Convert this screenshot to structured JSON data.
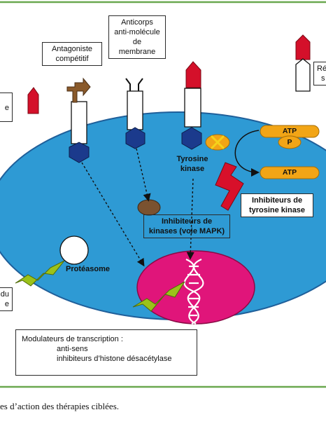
{
  "labels": {
    "antagoniste": [
      "Antagoniste",
      "compétitif"
    ],
    "anticorps": [
      "Anticorps",
      "anti-molécule",
      "de",
      "membrane"
    ],
    "left_partial_1": "e",
    "left_partial_2": [
      "du",
      "e"
    ],
    "right_partial": [
      "Ré",
      "s"
    ],
    "tyrosine_kinase": [
      "Tyrosine",
      "kinase"
    ],
    "inhibiteurs_tk": [
      "Inhibiteurs de",
      "tyrosine kinase"
    ],
    "inhibiteurs_mapk": [
      "Inhibiteurs de",
      "kinases (voie MAPK)"
    ],
    "proteasome": "Protéasome",
    "atp_top": "ATP",
    "p": "P",
    "atp_bottom": "ATP",
    "modulateurs_title": "Modulateurs de transcription :",
    "modulateurs_items": [
      "anti-sens",
      "inhibiteurs d’histone désacétylase"
    ]
  },
  "caption": "es d’action des thérapies ciblées.",
  "colors": {
    "frame": "#6aa84f",
    "cell": "#2e9ad4",
    "cell_edge": "#1f5f9a",
    "nucleus": "#e0157a",
    "receptor_head": "#1b3a8c",
    "ligand_red": "#d4102a",
    "antagonist_brown": "#8a5a2b",
    "kinase_orange": "#f2a516",
    "lightning_green": "#9bc21a",
    "lightning_red": "#d8102a",
    "proteasome_fill": "#ffffff",
    "brown_blob": "#7a5230"
  }
}
